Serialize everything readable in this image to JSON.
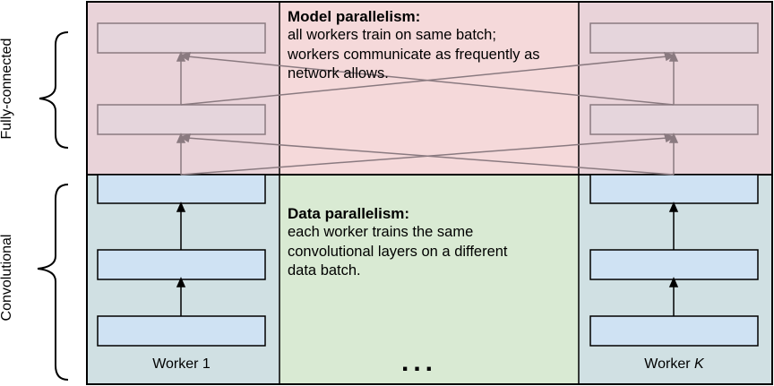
{
  "side_labels": {
    "fully_connected": "Fully-connected",
    "convolutional": "Convolutional"
  },
  "model_parallelism": {
    "heading": "Model parallelism:",
    "lines": [
      "all workers train on same batch;",
      "workers communicate as frequently as",
      "network allows."
    ]
  },
  "data_parallelism": {
    "heading": "Data parallelism:",
    "lines": [
      "each worker trains the same",
      "convolutional layers on a different",
      "data batch."
    ]
  },
  "workers": {
    "first_prefix": "Worker 1",
    "last_prefix": "Worker ",
    "last_index": "K",
    "ellipsis": "..."
  },
  "colors": {
    "fc_region": "#f5d9da",
    "fc_worker_column": "#e9d3d9",
    "data_region": "#d9ead3",
    "conv_worker_column": "#d0e0e3",
    "layer_box_blue": "#cfe2f3",
    "layer_box_fc": "#e5d5dc"
  }
}
